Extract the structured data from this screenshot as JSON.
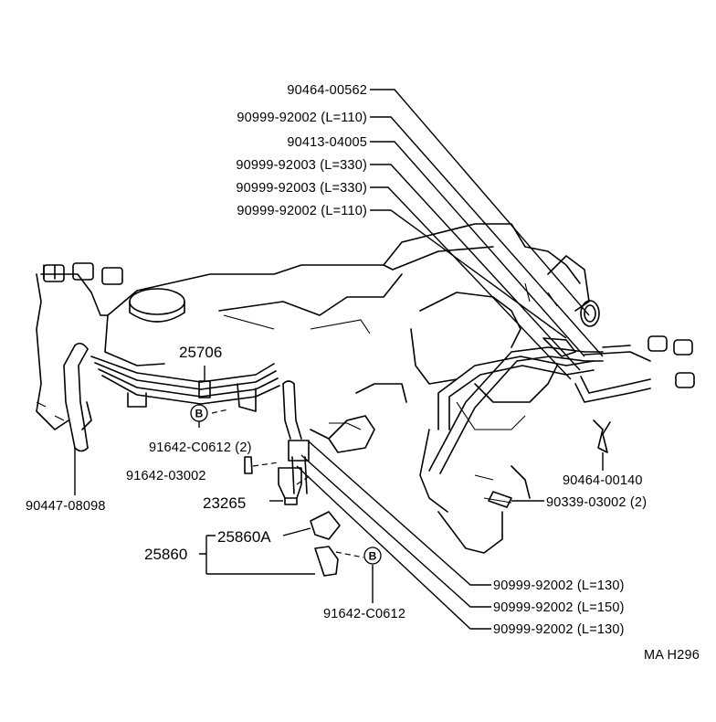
{
  "labels": {
    "p1": "90464-00562",
    "p2": "90999-92002 (L=110)",
    "p3": "90413-04005",
    "p4": "90999-92003 (L=330)",
    "p5": "90999-92003 (L=330)",
    "p6": "90999-92002 (L=110)",
    "p7": "25706",
    "p8": "91642-C0612 (2)",
    "p9": "91642-03002",
    "p10": "23265",
    "p11": "25860A",
    "p12": "25860",
    "p13": "91642-C0612",
    "p14": "90447-08098",
    "p15": "90464-00140",
    "p16": "90339-03002 (2)",
    "p17": "90999-92002 (L=130)",
    "p18": "90999-92002 (L=150)",
    "p19": "90999-92002 (L=130)",
    "code": "MA H296"
  },
  "badges": {
    "b1": "B",
    "b2": "B"
  }
}
